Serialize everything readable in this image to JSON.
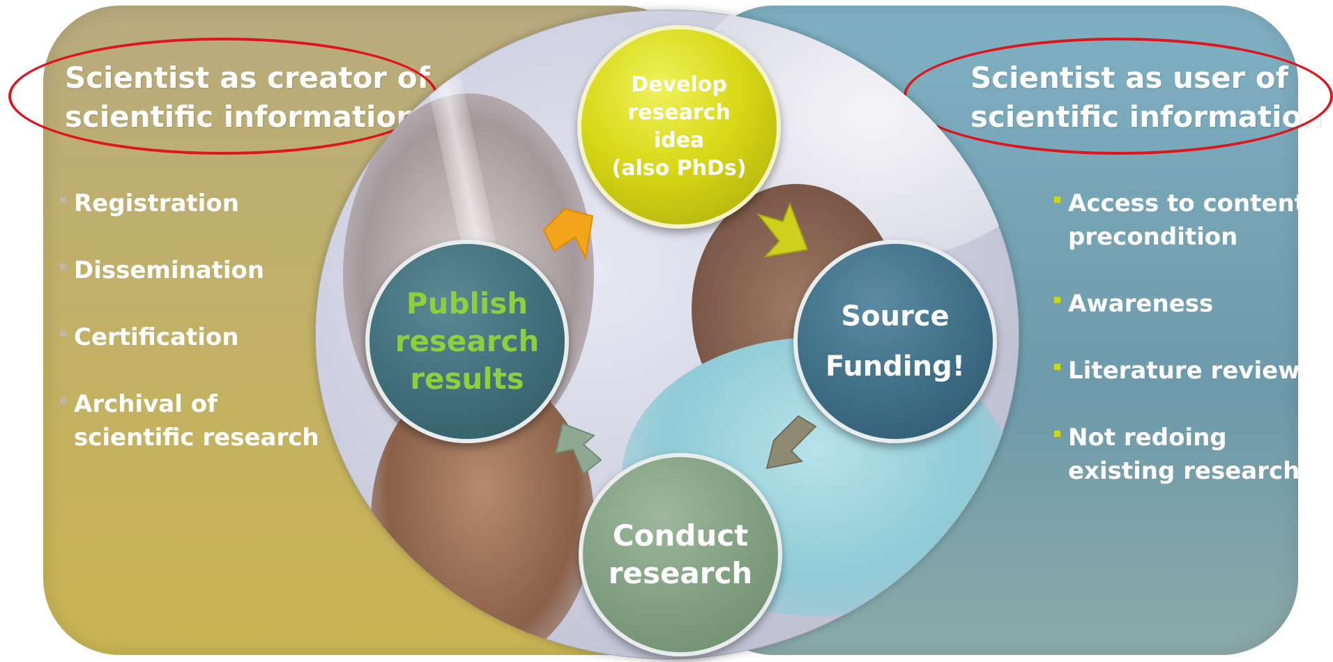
{
  "left": {
    "heading": "Scientist as creator of\nscientific information",
    "items": [
      "Registration",
      "Dissemination",
      "Certification",
      "Archival of\nscientific research"
    ]
  },
  "right": {
    "heading": "Scientist as user of\nscientific information",
    "items": [
      "Access to content\nprecondition",
      "Awareness",
      "Literature review",
      "Not redoing\nexisting research"
    ]
  },
  "cycle": {
    "develop": "Develop\nresearch\nidea\n(also PhDs)",
    "funding": "Source\nFunding!",
    "conduct": "Conduct\nresearch",
    "publish": "Publish\nresearch\nresults"
  },
  "colors": {
    "left_panel": "#c2b163",
    "right_panel": "#6d9aaa",
    "highlight_oval": "#e0141c",
    "publish_text": "#8dd03c"
  }
}
